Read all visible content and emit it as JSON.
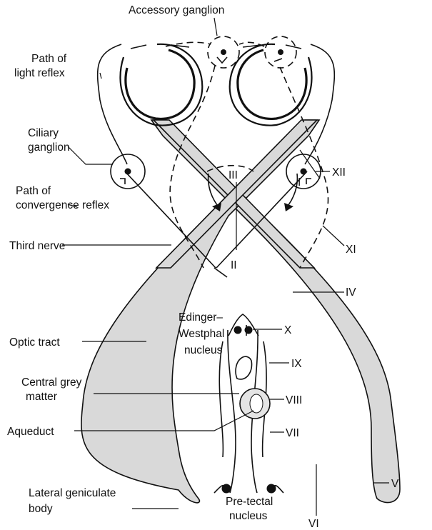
{
  "labels": {
    "accessory_ganglion": "Accessory ganglion",
    "path_light_1": "Path of",
    "path_light_2": "light reflex",
    "ciliary_1": "Ciliary",
    "ciliary_2": "ganglion",
    "path_conv_1": "Path of",
    "path_conv_2": "convergence reflex",
    "third_nerve": "Third nerve",
    "optic_tract": "Optic tract",
    "central_grey_1": "Central grey",
    "central_grey_2": "matter",
    "aqueduct": "Aqueduct",
    "lgb_1": "Lateral geniculate",
    "lgb_2": "body",
    "edinger_1": "Edinger–",
    "edinger_2": "Westphal",
    "edinger_3": "nucleus",
    "pretectal_1": "Pre-tectal",
    "pretectal_2": "nucleus"
  },
  "numerals": {
    "I": "I",
    "II": "II",
    "III": "III",
    "IV": "IV",
    "V": "V",
    "VI": "VI",
    "VII": "VII",
    "VIII": "VIII",
    "IX": "IX",
    "X": "X",
    "XI": "XI",
    "XII": "XII"
  },
  "colors": {
    "ink": "#111111",
    "tract_fill": "#d9d9d9",
    "aqueduct_fill": "#e4e4e4",
    "background": "#ffffff"
  }
}
